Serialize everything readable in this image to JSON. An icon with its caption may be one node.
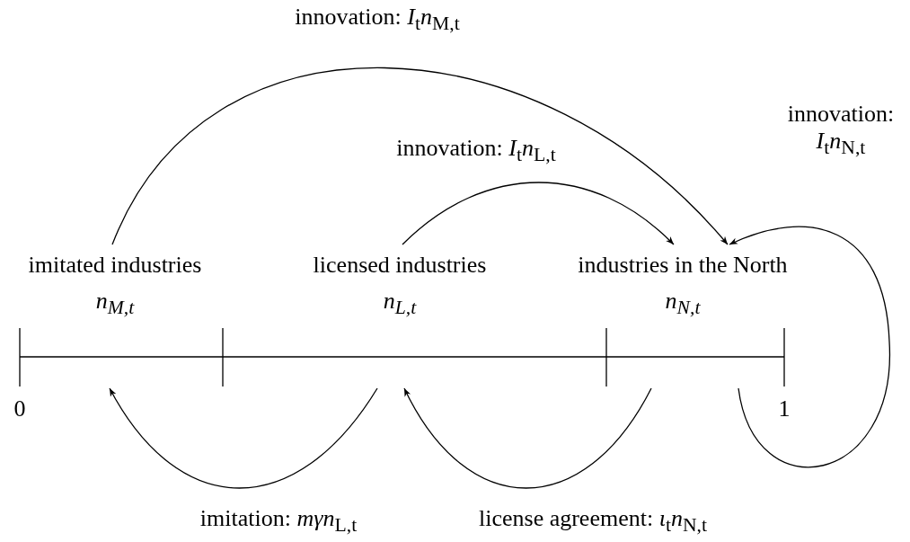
{
  "diagram": {
    "nodes": [
      {
        "text": [
          "imitated industries",
          "n$_{M,t}$"
        ]
      },
      {
        "text": [
          "licensed industries",
          "n$_{L,t}$"
        ]
      },
      {
        "text": [
          "industries in the North",
          "n$_{N,t}$"
        ]
      }
    ],
    "edges": [
      {
        "from": 0,
        "to": 2,
        "arrow": "to",
        "label": "innovation: *I*$_{t}$*n*$_{M,t}$"
      },
      {
        "from": 1,
        "to": 2,
        "arrow": "to",
        "label": "innovation: *I*$_{t}$*n*$_{L,t}$"
      },
      {
        "from": 2,
        "to": 2,
        "arrow": "to",
        "label": "innovation: *I*$_{t}$*n*$_{N,t}$"
      },
      {
        "from": 1,
        "to": 0,
        "arrow": "to",
        "label": "imitation: *mγn*$_{L,t}$"
      },
      {
        "from": 2,
        "to": 1,
        "arrow": "to",
        "label": "license agreement: *ι*$_{t}$*n*$_{N,t}$"
      }
    ],
    "labels": [
      "0",
      "1"
    ]
  }
}
